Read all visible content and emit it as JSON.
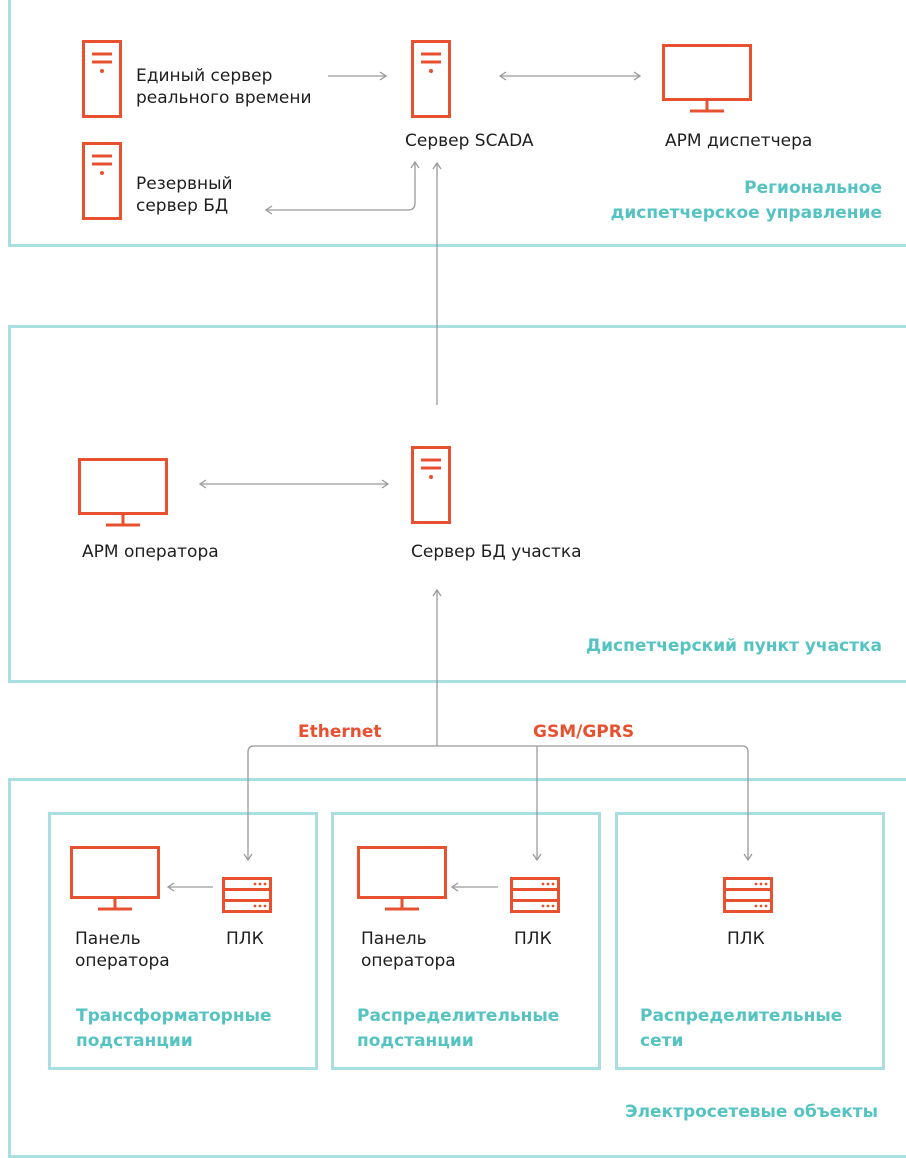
{
  "colors": {
    "accent": "#e8512f",
    "zone_border": "#a9dfe0",
    "zone_label": "#56c3c3",
    "arrow": "#9a9a9a"
  },
  "regional": {
    "label": "Региональное диспетчерское управление",
    "label_line1": "Региональное",
    "label_line2": "диспетчерское управление",
    "realtime_server_line1": "Единый сервер",
    "realtime_server_line2": "реального времени",
    "backup_db_line1": "Резервный",
    "backup_db_line2": "сервер БД",
    "scada_server": "Сервер SCADA",
    "dispatcher_workstation": "АРМ диспетчера"
  },
  "site": {
    "label": "Диспетчерский пункт участка",
    "operator_workstation": "АРМ оператора",
    "site_db_server": "Сервер БД участка"
  },
  "network": {
    "ethernet": "Ethernet",
    "gsm": "GSM/GPRS"
  },
  "grid": {
    "label": "Электросетевые объекты",
    "groups": [
      {
        "label_line1": "Трансформаторные",
        "label_line2": "подстанции",
        "panel_line1": "Панель",
        "panel_line2": "оператора",
        "plc": "ПЛК"
      },
      {
        "label_line1": "Распределительные",
        "label_line2": "подстанции",
        "panel_line1": "Панель",
        "panel_line2": "оператора",
        "plc": "ПЛК"
      },
      {
        "label_line1": "Распределительные",
        "label_line2": "сети",
        "plc": "ПЛК"
      }
    ]
  },
  "icons": [
    "server-icon",
    "monitor-icon",
    "plc-icon"
  ]
}
